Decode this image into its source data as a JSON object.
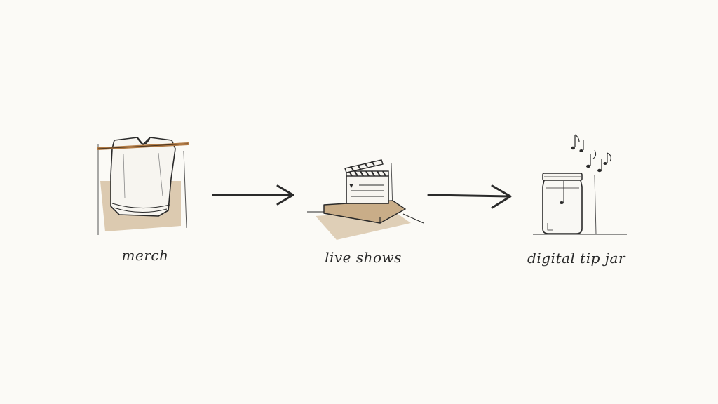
{
  "diagram": {
    "steps": [
      {
        "label": "merch",
        "icon": "t-shirt-icon"
      },
      {
        "label": "live shows",
        "icon": "clapperboard-icon"
      },
      {
        "label": "digital tip jar",
        "icon": "tip-jar-icon"
      }
    ],
    "colors": {
      "ink": "#2a2a2a",
      "beige": "#d8c4a8",
      "wood": "#b07a45",
      "background": "#fbfaf6"
    }
  }
}
